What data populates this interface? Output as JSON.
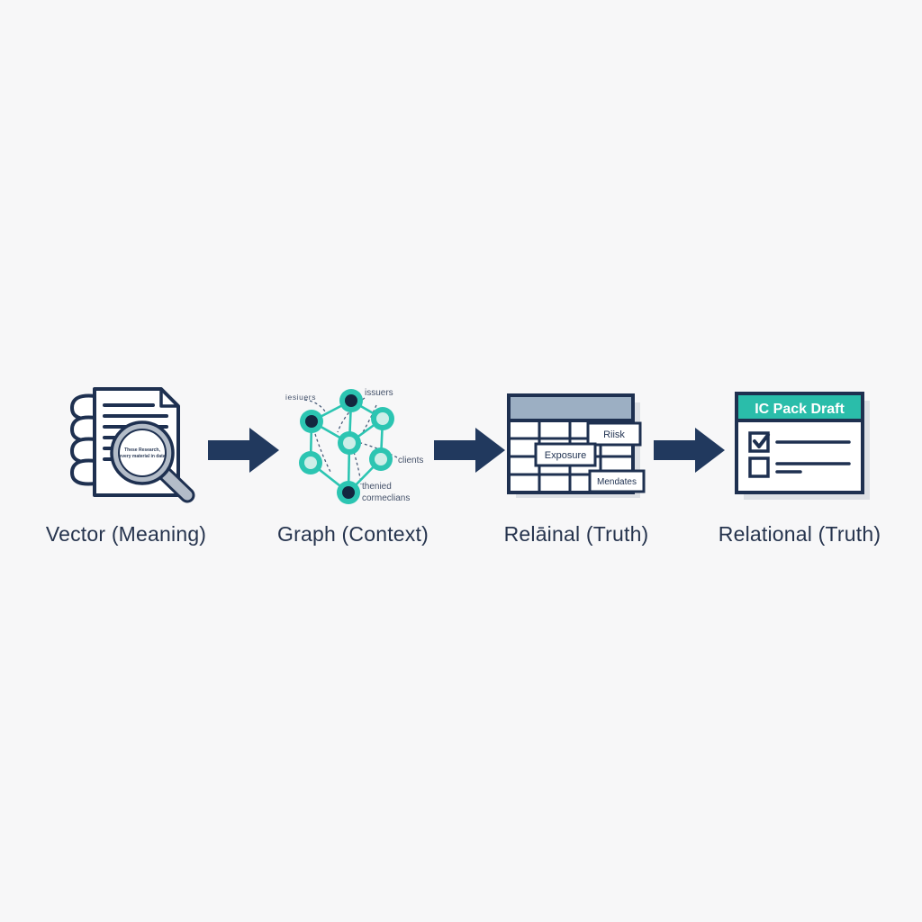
{
  "diagram_title": "",
  "colors": {
    "background": "#f7f7f8",
    "navy": "#1e3050",
    "arrow_navy": "#21395e",
    "teal": "#2abdaa",
    "teal_ring": "#2cc5b2",
    "node_light": "#cdeee8",
    "node_dark": "#13263f",
    "table_header": "#9cafc3",
    "magnifier_gray": "#b3bcc8"
  },
  "stages": [
    {
      "id": "vector",
      "caption": "Vector (Meaning)",
      "icon": "documents-magnifier-icon",
      "magnifier_lines": [
        "These Research,",
        "every material in data"
      ]
    },
    {
      "id": "graph",
      "caption": "Graph (Context)",
      "icon": "network-graph-icon",
      "labels": {
        "top_left": "iesiuers",
        "top_right": "issuers",
        "right": "clients",
        "bottom_line1": "thenied",
        "bottom_line2": "cormeclians"
      }
    },
    {
      "id": "relational-table",
      "caption": "Relāinal (Truth)",
      "icon": "data-table-icon",
      "overlays": [
        "Riisk",
        "Exposure",
        "Mendates"
      ]
    },
    {
      "id": "ic-pack",
      "caption": "Relational (Truth)",
      "icon": "checklist-card-icon",
      "header_label": "IC Pack Draft"
    }
  ],
  "arrow_count": "3"
}
